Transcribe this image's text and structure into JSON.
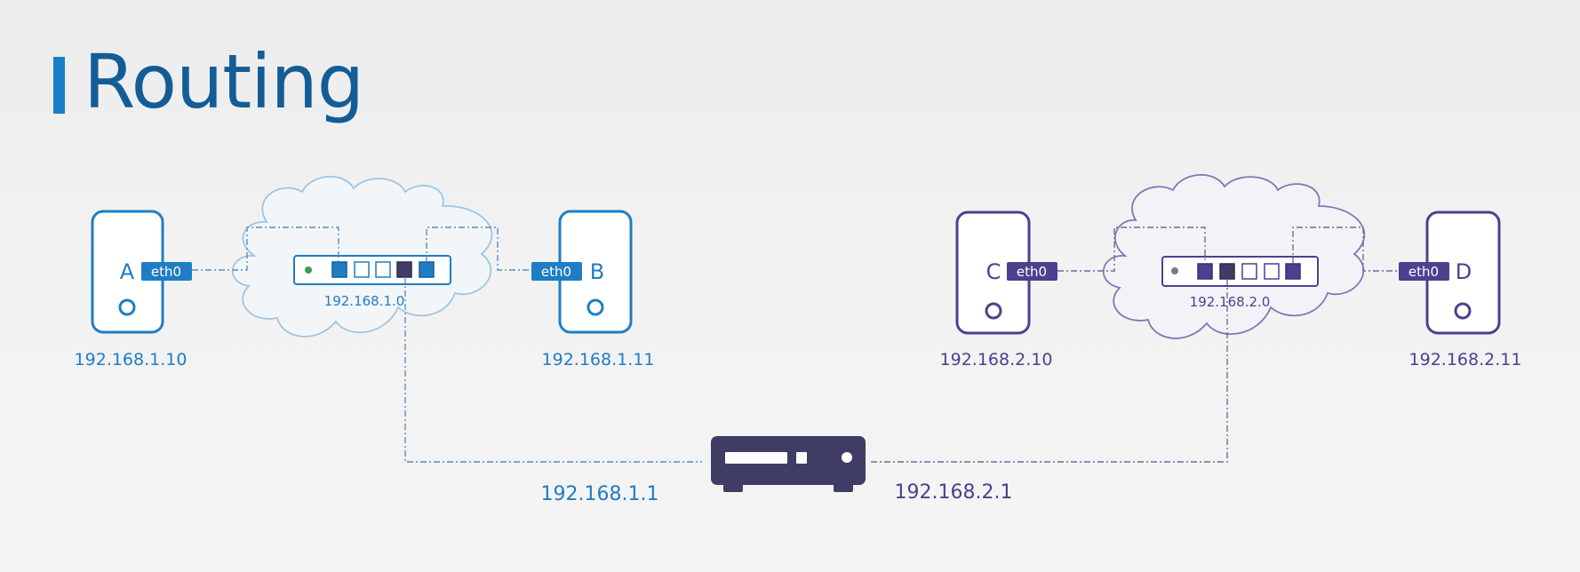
{
  "title": "Routing",
  "colors": {
    "title": "#135d96",
    "accent_bar": "#1a7fc9",
    "network1": "#1f7dc4",
    "network2": "#4e3f8f",
    "router": "#3f3d66",
    "cloud1": "#9dc5e6",
    "cloud2": "#8076b8"
  },
  "network1": {
    "cloud_label": "192.168.1.0",
    "host_a": {
      "name": "A",
      "interface": "eth0",
      "ip": "192.168.1.10"
    },
    "host_b": {
      "name": "B",
      "interface": "eth0",
      "ip": "192.168.1.11"
    }
  },
  "network2": {
    "cloud_label": "192.168.2.0",
    "host_c": {
      "name": "C",
      "interface": "eth0",
      "ip": "192.168.2.10"
    },
    "host_d": {
      "name": "D",
      "interface": "eth0",
      "ip": "192.168.2.11"
    }
  },
  "router": {
    "icon": "router-icon",
    "ip_left": "192.168.1.1",
    "ip_right": "192.168.2.1"
  }
}
